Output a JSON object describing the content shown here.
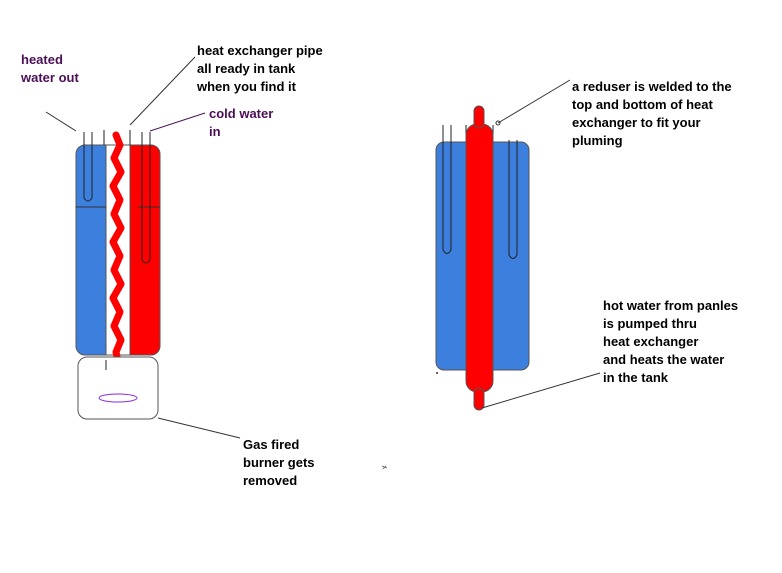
{
  "colors": {
    "blue": "#3c7fdc",
    "red": "#ff0000",
    "outline": "#555555",
    "purple_text": "#4b0f57",
    "black_text": "#000000"
  },
  "labels": {
    "heated_water_out": "heated\nwater out",
    "heat_exchanger_pipe": "heat exchanger pipe\nall ready in tank\nwhen you find it",
    "cold_water_in": "cold water\nin",
    "gas_burner": "Gas fired\nburner gets\nremoved",
    "reducer": "a reduser is welded to the\ntop and bottom of heat\nexchanger to fit your\npluming",
    "hot_water": "hot water from panles\nis pumped thru\nheat exchanger\nand heats the water\nin the tank"
  }
}
